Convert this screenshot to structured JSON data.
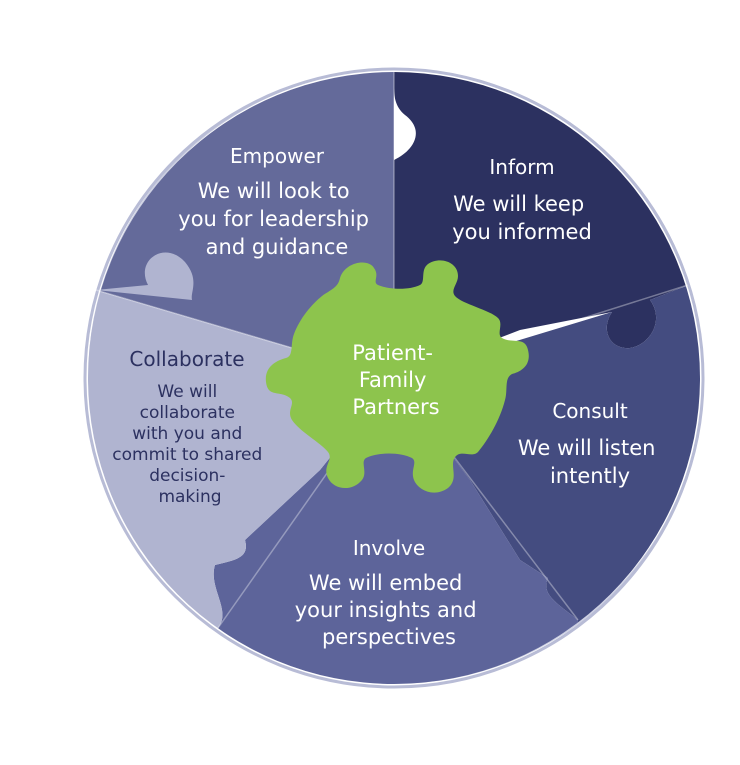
{
  "colors": {
    "empower": "#646a9a",
    "inform": "#2c3160",
    "consult": "#444c80",
    "involve": "#5d649a",
    "collaborate": "#b0b4d0",
    "center": "#8dc44d",
    "rim": "#b8bcd6",
    "text_light": "#ffffff",
    "text_dark": "#2c3160"
  },
  "center": {
    "lines": [
      "Patient-",
      "Family",
      "Partners"
    ]
  },
  "segments": {
    "empower": {
      "title": "Empower",
      "lines": [
        "We will look to",
        "you for leadership",
        "and guidance"
      ]
    },
    "inform": {
      "title": "Inform",
      "lines": [
        "We will keep",
        "you informed"
      ]
    },
    "consult": {
      "title": "Consult",
      "lines": [
        "We will listen",
        "intently"
      ]
    },
    "involve": {
      "title": "Involve",
      "lines": [
        "We will embed",
        "your insights and",
        "perspectives"
      ]
    },
    "collaborate": {
      "title": "Collaborate",
      "lines": [
        "We will",
        "collaborate",
        "with you and",
        "commit to shared",
        "decision-",
        "making"
      ]
    }
  }
}
